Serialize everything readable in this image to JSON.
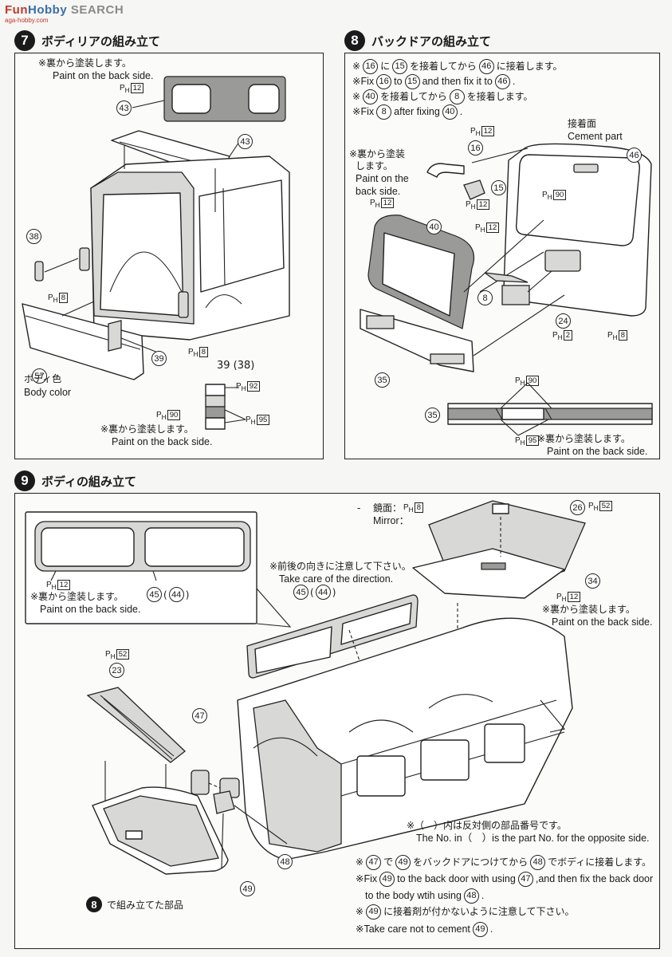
{
  "watermark": {
    "brand": "Fun",
    "brand2": "Hobby",
    "search": "SEARCH",
    "sub": "aga-hobby.com"
  },
  "step7": {
    "number": "7",
    "title": "ボディリアの組み立て",
    "note_jp": "※裏から塗装します。",
    "note_en": "Paint on the back side.",
    "body_color_jp": "ボディ色",
    "body_color_en": "Body color",
    "note2_jp": "※裏から塗装します。",
    "note2_en": "Paint on the back side.",
    "parts": [
      "43",
      "43",
      "38",
      "57",
      "39",
      "39 (38)"
    ],
    "paint": {
      "ph12": "12",
      "ph8a": "8",
      "ph8b": "8",
      "ph92": "92",
      "ph90": "90",
      "ph95": "95"
    }
  },
  "step8": {
    "number": "8",
    "title": "バックドアの組み立て",
    "lines": [
      {
        "jp1": "※",
        "p1": "16",
        "jp2": "に",
        "p2": "15",
        "jp3": "を接着してから",
        "p3": "46",
        "jp4": "に接着します。"
      },
      {
        "jp1": "※Fix",
        "p1": "16",
        "jp2": "to",
        "p2": "15",
        "jp3": "and then fix it to",
        "p3": "46",
        "jp4": "."
      },
      {
        "jp1": "※",
        "p1": "40",
        "jp2": "を接着してから",
        "p2": "8",
        "jp3": "を接着します。"
      },
      {
        "jp1": "※Fix",
        "p1": "8",
        "jp2": "after fixing",
        "p2": "40",
        "jp3": "."
      }
    ],
    "cement_jp": "接着面",
    "cement_en": "Cement part",
    "back_note_jp1": "※裏から塗装",
    "back_note_jp2": "します。",
    "back_note_en1": "Paint on the",
    "back_note_en2": "back side.",
    "note3_jp": "※裏から塗装します。",
    "note3_en": "Paint on the back side.",
    "parts": [
      "16",
      "15",
      "46",
      "40",
      "8",
      "24",
      "35",
      "35"
    ],
    "paint": {
      "ph12a": "12",
      "ph90": "90",
      "ph12b": "12",
      "ph12c": "12",
      "ph2": "2",
      "ph8": "8",
      "ph90b": "90",
      "ph95": "95"
    }
  },
  "step9": {
    "number": "9",
    "title": "ボディの組み立て",
    "inset_note_jp": "※裏から塗装します。",
    "inset_note_en": "Paint on the back side.",
    "inset_part": "45",
    "inset_part_opp": "44",
    "dir_note_jp": "※前後の向きに注意して下さい。",
    "dir_note_en": "Take care of the direction.",
    "mirror_jp": "鏡面：",
    "mirror_en": "Mirror：",
    "mirror_dash": "-",
    "roof_note_jp": "※裏から塗装します。",
    "roof_note_en": "Paint on the back side.",
    "opp_note_jp": "※（　）内は反対側の部品番号です。",
    "opp_note_en": "The No. in（　）is the part No. for the opposite side.",
    "assembled_label": "で組み立てた部品",
    "assembled_num": "8",
    "instr": [
      {
        "a": "※",
        "p1": "47",
        "b": "で",
        "p2": "49",
        "c": "をバックドアにつけてから",
        "p3": "48",
        "d": "でボディに接着します。"
      },
      {
        "a": "※Fix",
        "p1": "49",
        "b": "to the back door with using",
        "p2": "47",
        "c": ",and then fix the back door"
      },
      {
        "a": "to the body wtih using",
        "p1": "48",
        "b": "."
      },
      {
        "a": "※",
        "p1": "49",
        "b": "に接着剤が付かないように注意して下さい。"
      },
      {
        "a": "※Take care not to cement",
        "p1": "49",
        "b": "."
      }
    ],
    "parts": {
      "p26": "26",
      "p34": "34",
      "p23": "23",
      "p47": "47",
      "p48": "48",
      "p49": "49",
      "p45b": "45",
      "p44b": "44"
    },
    "paint": {
      "ph8": "8",
      "ph52a": "52",
      "ph12a": "12",
      "ph12b": "12",
      "ph52b": "52"
    }
  }
}
